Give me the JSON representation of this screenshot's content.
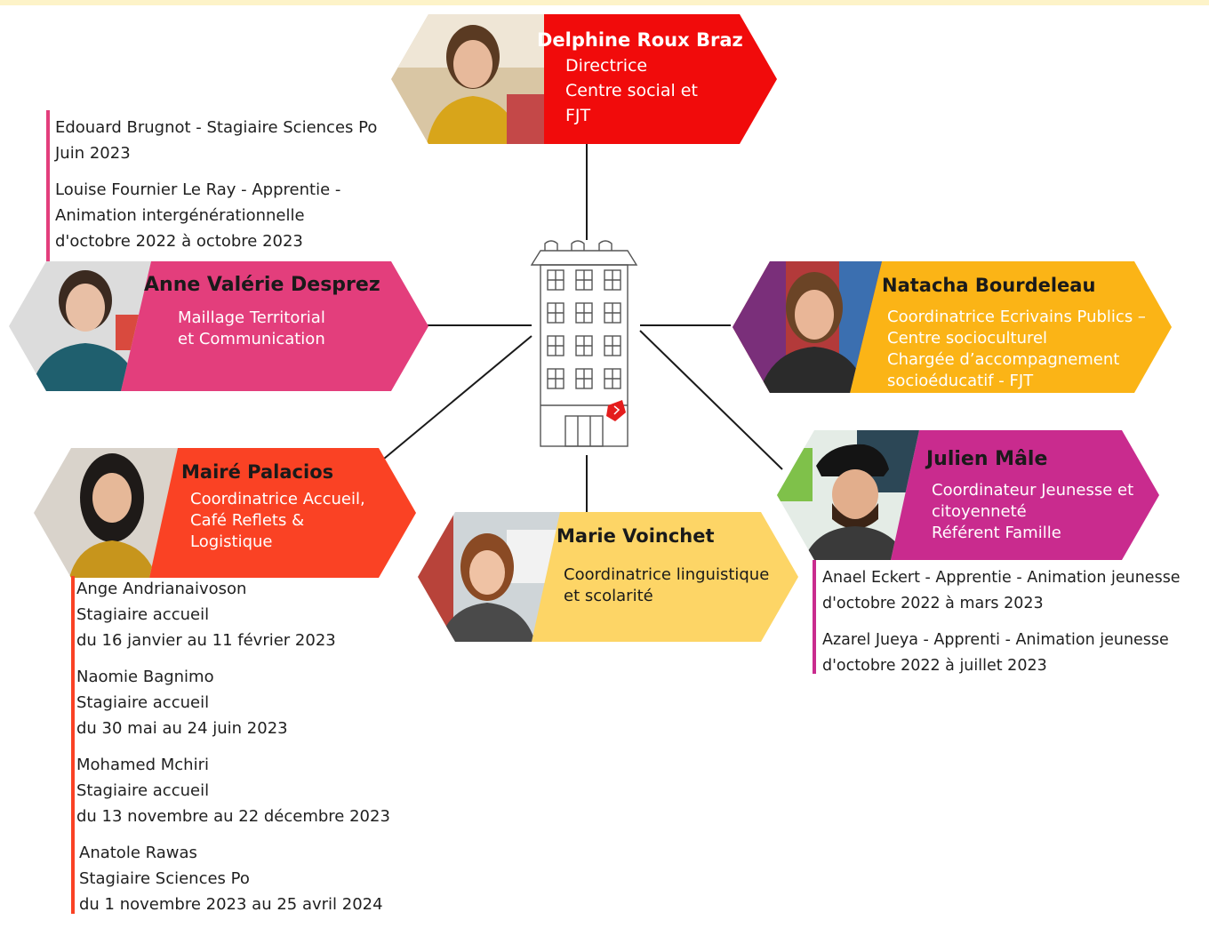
{
  "colors": {
    "red": "#f10b0b",
    "pink": "#e33e7c",
    "orange_red": "#fa4224",
    "amber": "#fbb416",
    "light_yellow": "#fdd566",
    "magenta": "#c92b8e",
    "top_strip": "#fdf3c8"
  },
  "center": {
    "icon": "building-icon"
  },
  "people": {
    "delphine": {
      "name": "Delphine Roux Braz",
      "role": [
        "Directrice",
        "Centre social et",
        "FJT"
      ]
    },
    "anne": {
      "name": "Anne Valérie Desprez",
      "role": [
        "Maillage Territorial",
        "et Communication"
      ]
    },
    "natacha": {
      "name": "Natacha Bourdeleau",
      "role": [
        "Coordinatrice Ecrivains Publics –",
        "Centre socioculturel",
        "Chargée d’accompagnement",
        "socioéducatif - FJT"
      ]
    },
    "maire": {
      "name": "Mairé Palacios",
      "role": [
        "Coordinatrice Accueil,",
        "Café Reflets &",
        "Logistique"
      ]
    },
    "marie": {
      "name": "Marie Voinchet",
      "role": [
        "Coordinatrice linguistique",
        "et scolarité"
      ]
    },
    "julien": {
      "name": "Julien Mâle",
      "role": [
        "Coordinateur Jeunesse et",
        "citoyenneté",
        "Référent Famille"
      ]
    }
  },
  "notes": {
    "top_left": [
      [
        "Edouard Brugnot - Stagiaire Sciences Po",
        "Juin 2023"
      ],
      [
        "Louise Fournier Le Ray - Apprentie -",
        "Animation intergénérationnelle",
        "d'octobre 2022 à octobre 2023"
      ]
    ],
    "bottom_left": [
      [
        "Ange Andrianaivoson",
        "Stagiaire accueil",
        "du 16 janvier au 11 février 2023"
      ],
      [
        "Naomie Bagnimo",
        "Stagiaire accueil",
        "du 30 mai au 24 juin 2023"
      ],
      [
        "Mohamed Mchiri",
        "Stagiaire accueil",
        "du 13 novembre au 22 décembre 2023"
      ],
      [
        "Anatole Rawas",
        "Stagiaire Sciences Po",
        "du 1 novembre 2023 au 25 avril 2024"
      ]
    ],
    "right": [
      [
        "Anael Eckert - Apprentie - Animation jeunesse",
        "d'octobre 2022 à mars 2023"
      ],
      [
        "Azarel Jueya - Apprenti - Animation jeunesse",
        "d'octobre 2022 à juillet 2023"
      ]
    ]
  }
}
